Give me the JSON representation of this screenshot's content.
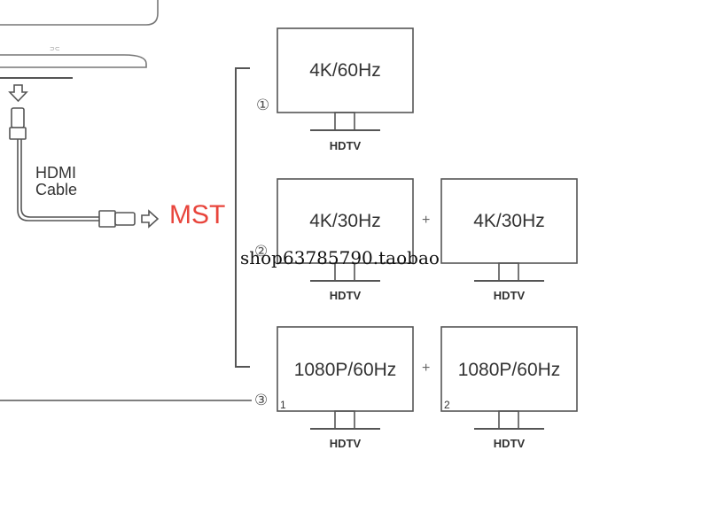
{
  "cable": {
    "line1": "HDMI",
    "line2": "Cable"
  },
  "mode_label": "MST",
  "monitor_caption": "HDTV",
  "plus": "+",
  "options": [
    {
      "marker": "①",
      "monitors": [
        {
          "resolution": "4K/60Hz",
          "caption": "HDTV"
        }
      ]
    },
    {
      "marker": "②",
      "monitors": [
        {
          "resolution": "4K/30Hz",
          "caption": "HDTV"
        },
        {
          "resolution": "4K/30Hz",
          "caption": "HDTV"
        }
      ]
    },
    {
      "marker": "③",
      "monitors": [
        {
          "resolution": "1080P/60Hz",
          "caption": "HDTV",
          "index": "1"
        },
        {
          "resolution": "1080P/60Hz",
          "caption": "HDTV",
          "index": "2"
        }
      ]
    }
  ],
  "watermark": "shop63785790.taobao",
  "colors": {
    "line": "#555555",
    "mst": "#e8453c",
    "text": "#333333"
  }
}
